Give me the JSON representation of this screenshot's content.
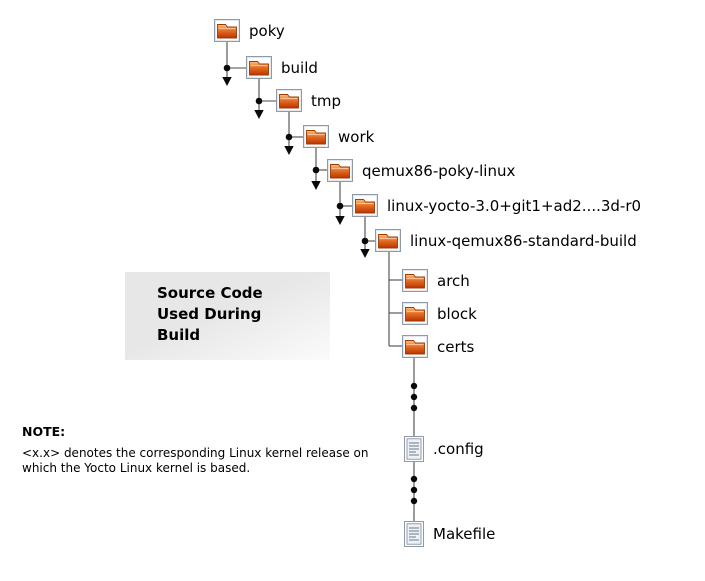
{
  "source_box": {
    "line1": "Source Code",
    "line2": "Used During",
    "line3": "Build"
  },
  "note": {
    "heading": "NOTE:",
    "line1": "<x.x> denotes the corresponding Linux kernel release on",
    "line2": "which the Yocto Linux kernel is based."
  },
  "tree": {
    "nodes": [
      {
        "label": "poky",
        "type": "folder"
      },
      {
        "label": "build",
        "type": "folder"
      },
      {
        "label": "tmp",
        "type": "folder"
      },
      {
        "label": "work",
        "type": "folder"
      },
      {
        "label": "qemux86-poky-linux",
        "type": "folder"
      },
      {
        "label": "linux-yocto-3.0+git1+ad2....3d-r0",
        "type": "folder"
      },
      {
        "label": "linux-qemux86-standard-build",
        "type": "folder"
      },
      {
        "label": "arch",
        "type": "folder"
      },
      {
        "label": "block",
        "type": "folder"
      },
      {
        "label": "certs",
        "type": "folder"
      },
      {
        "label": ".config",
        "type": "file"
      },
      {
        "label": "Makefile",
        "type": "file"
      }
    ]
  },
  "colors": {
    "folder_orange_light": "#fbc68b",
    "folder_orange_mid": "#f08030",
    "folder_orange_dark": "#b93400",
    "connector_line": "#4a4a4a",
    "box_background": "#e7e7e7"
  }
}
